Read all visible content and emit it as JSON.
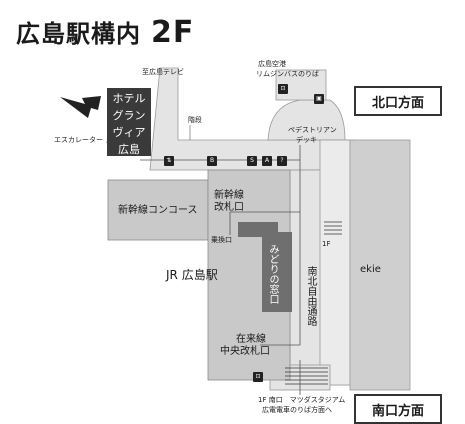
{
  "title": {
    "station": "広島駅構内",
    "floor": "2F"
  },
  "hotel": {
    "lines": [
      "ホテル",
      "グラン",
      "ヴィア",
      "広島"
    ]
  },
  "labels": {
    "to_tv": "至広島テレビ",
    "stairs": "階段",
    "escalator": "エスカレーター",
    "airport_bus_1": "広島空港",
    "airport_bus_2": "リムジンバスのりば",
    "pedestrian_1": "ペデストリアン",
    "pedestrian_2": "デッキ",
    "shinkansen_gate_1": "新幹線",
    "shinkansen_gate_2": "改札口",
    "shinkansen_concourse": "新幹線コンコース",
    "transfer_gate": "乗換口",
    "jr_station": "JR 広島駅",
    "midori": "みどりの窓口",
    "north_south_passage": "南北自由通路",
    "ekie": "ekie",
    "zairai_gate_1": "在来線",
    "zairai_gate_2": "中央改札口",
    "down_1f": "1F",
    "south_exit_note_1": "1F 南口　マツダスタジアム",
    "south_exit_note_2": "広電電車のりば方面へ"
  },
  "exits": {
    "north": "北口方面",
    "south": "南口方面"
  },
  "icons": [
    {
      "name": "bus-icon",
      "glyph": "⊡"
    },
    {
      "name": "taxi-icon",
      "glyph": "▣"
    },
    {
      "name": "book-icon",
      "glyph": "B"
    },
    {
      "name": "shop-icon",
      "glyph": "S"
    },
    {
      "name": "atm-icon",
      "glyph": "A"
    },
    {
      "name": "info-icon",
      "glyph": "?"
    },
    {
      "name": "elevator-icon",
      "glyph": "⇅"
    }
  ],
  "colors": {
    "light_gray": "#e4e4e4",
    "mid_gray": "#c9c9c9",
    "dark_gray": "#6f6f6f",
    "hotel": "#3a3a3a"
  }
}
